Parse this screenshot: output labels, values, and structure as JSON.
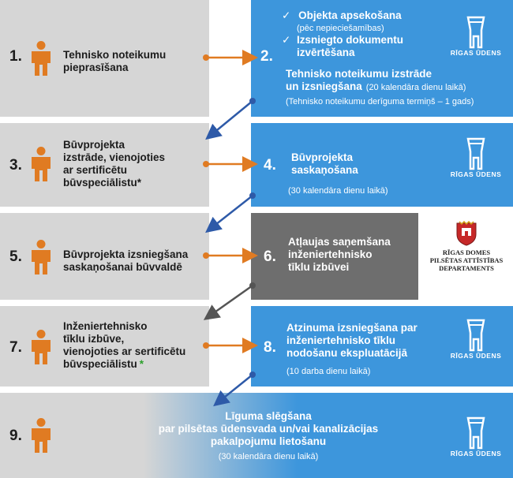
{
  "steps": [
    {
      "num": "1.",
      "text": "Tehnisko noteikumu\npieprasīšana"
    },
    {
      "num": "2.",
      "checks": [
        "Objekta apsekošana",
        "Izsniegto dokumentu\nizvērtēšana"
      ],
      "check_note": "(pēc nepieciešamības)",
      "text": "Tehnisko noteikumu izstrāde\nun izsniegšana",
      "inline_note": "(20 kalendāra dienu laikā)",
      "note2": "(Tehnisko noteikumu derīguma termiņš – 1 gads)"
    },
    {
      "num": "3.",
      "text": "Būvprojekta\nizstrāde, vienojoties\nar sertificētu\nbūvspeciālistu*"
    },
    {
      "num": "4.",
      "text": "Būvprojekta\nsaskaņošana",
      "note": "(30 kalendāra dienu laikā)"
    },
    {
      "num": "5.",
      "text": "Būvprojekta izsniegšana\nsaskaņošanai būvvaldē"
    },
    {
      "num": "6.",
      "text": "Atļaujas saņemšana\ninženiertehnisko\ntīklu izbūvei"
    },
    {
      "num": "7.",
      "text": "Inženiertehnisko\ntīklu izbūve,\nvienojoties ar sertificētu\nbūvspeciālistu",
      "star": "*"
    },
    {
      "num": "8.",
      "text": "Atzinuma izsniegšana par\ninženiertehnisko tīklu\nnodošanu ekspluatācijā",
      "note": "(10 darba dienu laikā)"
    },
    {
      "num": "9.",
      "text": "Līguma slēgšana\npar pilsētas ūdensvada un/vai kanalizācijas\npakalpojumu lietošanu",
      "note": "(30 kalendāra dienu laikā)"
    }
  ],
  "logos": {
    "rigas_udens": "RĪGAS ŪDENS",
    "rigas_domes": "RĪGAS DOMES\nPILSĒTAS ATTĪSTĪBAS\nDEPARTAMENTS"
  },
  "colors": {
    "blue": "#3d96dc",
    "grey": "#d6d6d6",
    "dark_grey": "#6e6e6e",
    "orange": "#e07b22",
    "arrow_blue": "#2e5aa8"
  }
}
